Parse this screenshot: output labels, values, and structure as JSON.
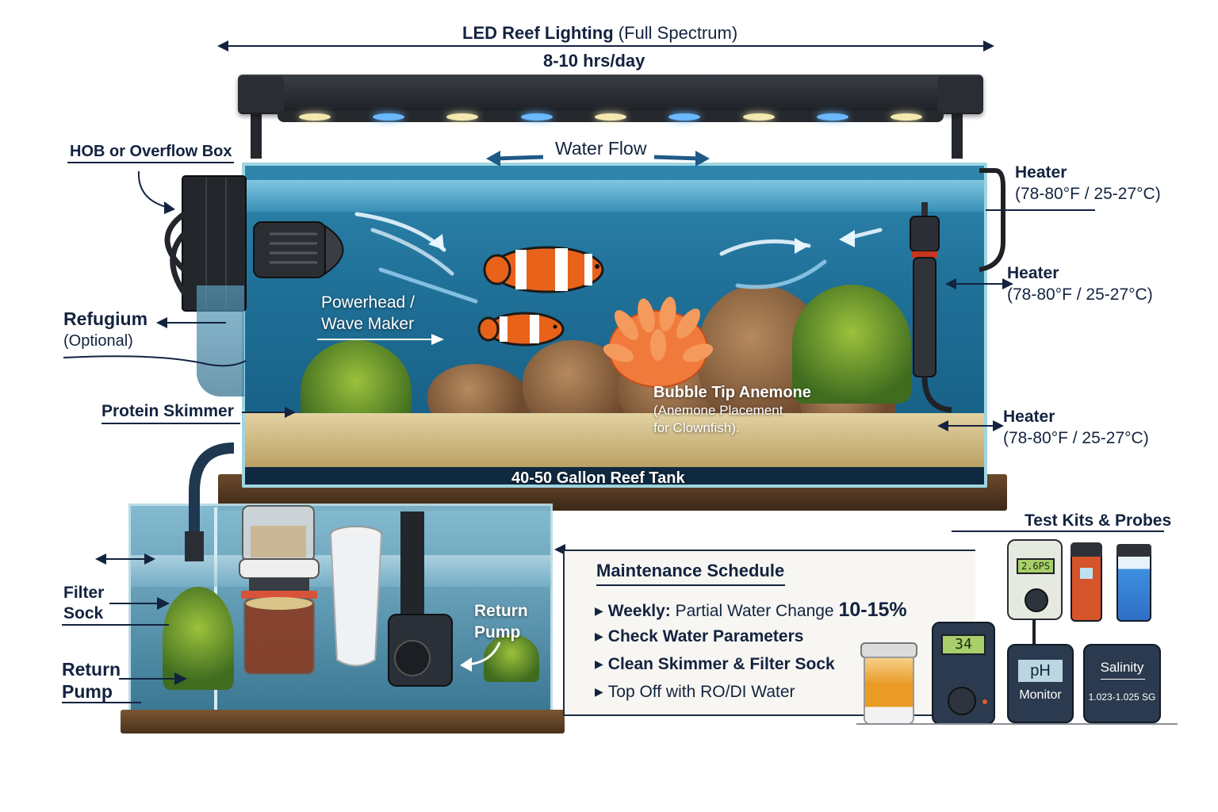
{
  "diagram": {
    "title": "LED Reef Lighting",
    "title_suffix": "(Full Spectrum)",
    "lighting_duration": "8-10 hrs/day",
    "tank_label": "40-50 Gallon Reef Tank",
    "water_flow": "Water Flow"
  },
  "labels": {
    "hob": "HOB or Overflow Box",
    "refugium": "Refugium",
    "refugium_note": "(Optional)",
    "powerhead_line1": "Powerhead /",
    "powerhead_line2": "Wave Maker",
    "protein_skimmer": "Protein Skimmer",
    "anemone_title": "Bubble Tip Anemone",
    "anemone_line1": "(Anemone Placement",
    "anemone_line2": "for Clownfish).",
    "filter_sock_line1": "Filter",
    "filter_sock_line2": "Sock",
    "return_pump_left_line1": "Return",
    "return_pump_left_line2": "Pump",
    "return_pump_sump_line1": "Return",
    "return_pump_sump_line2": "Pump",
    "heaters": [
      {
        "name": "Heater",
        "range": "(78-80°F / 25-27°C)"
      },
      {
        "name": "Heater",
        "range": "(78-80°F / 25-27°C)"
      },
      {
        "name": "Heater",
        "range": "(78-80°F / 25-27°C)"
      }
    ]
  },
  "maintenance": {
    "title": "Maintenance Schedule",
    "items": [
      {
        "prefix": "Weekly:",
        "text": "Partial Water Change",
        "emphasis": "10-15%"
      },
      {
        "text": "Check Water Parameters"
      },
      {
        "text": "Clean Skimmer & Filter Sock"
      },
      {
        "text": "Top Off with RO/DI Water"
      }
    ]
  },
  "test_kits": {
    "title": "Test Kits & Probes",
    "meter_display": "2.6PS",
    "thermometer_display": "34",
    "ph_label": "pH",
    "ph_sub": "Monitor",
    "salinity_label": "Salinity",
    "salinity_range": "1.023-1.025 SG"
  },
  "colors": {
    "navy": "#13233f",
    "water": "#1f6f97",
    "clownfish": "#e8621a",
    "anemone": "#f07a3c",
    "led_warm": "#f3e9b0",
    "led_blue": "#6ab8ff"
  }
}
